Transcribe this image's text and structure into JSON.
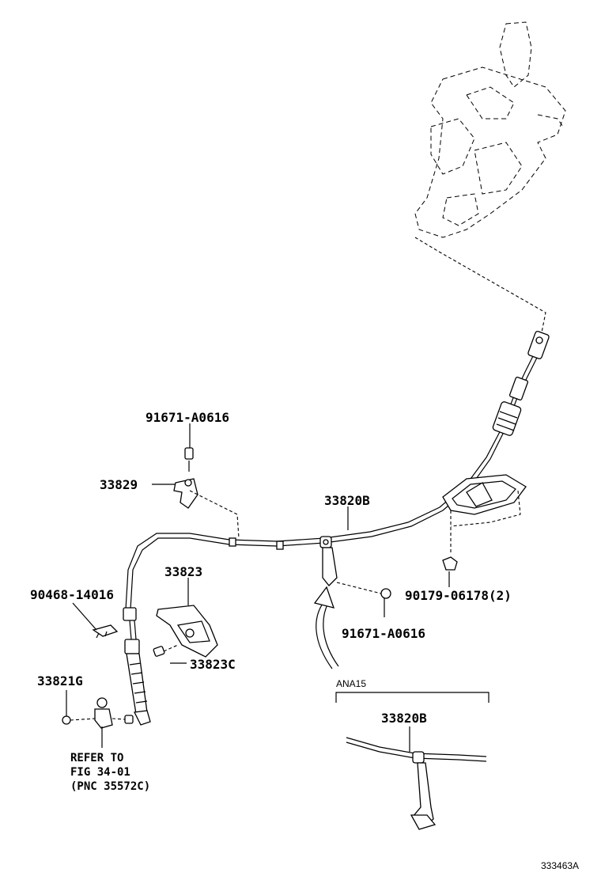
{
  "labels": {
    "bolt_top": "91671-A0616",
    "bracket_33829": "33829",
    "cable_main": "33820B",
    "bracket_33823": "33823",
    "clip_90468": "90468-14016",
    "bolt_33823c": "33823C",
    "nut_90179": "90179-06178(2)",
    "bolt_lower": "91671-A0616",
    "part_33821g": "33821G",
    "refer_line1": "REFER TO",
    "refer_line2": "FIG 34-01",
    "refer_line3": "(PNC 35572C)",
    "variant_code": "ANA15",
    "cable_variant": "33820B",
    "figure_id": "333463A"
  }
}
